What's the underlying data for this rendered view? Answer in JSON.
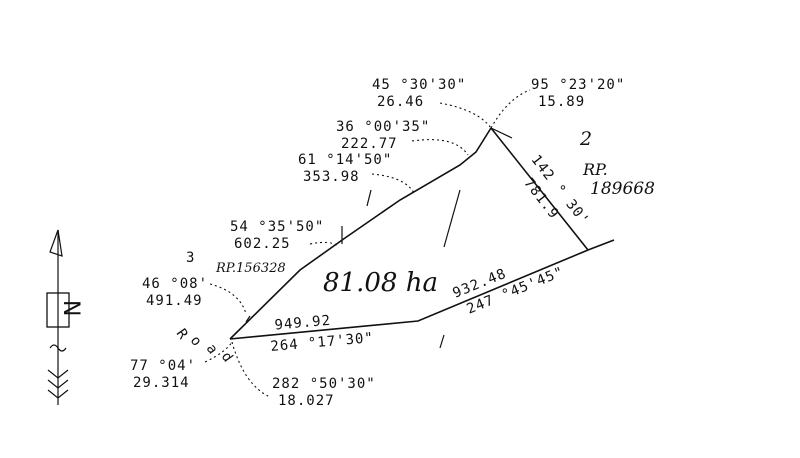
{
  "parcel": {
    "area": "81.08 ha"
  },
  "parcels": {
    "north_west": "3",
    "east": "2"
  },
  "plans": {
    "east": [
      "RP.",
      "189668"
    ],
    "west": "RP.156328"
  },
  "road": {
    "letters": [
      "R",
      "o",
      "a",
      "d"
    ]
  },
  "bearings": [
    {
      "id": "b1",
      "angle": "45 °30'30\"",
      "dist": "26.46"
    },
    {
      "id": "b2",
      "angle": "95 °23'20\"",
      "dist": "15.89"
    },
    {
      "id": "b3",
      "angle": "36 °00'35\"",
      "dist": "222.77"
    },
    {
      "id": "b4",
      "angle": "61 °14'50\"",
      "dist": "353.98"
    },
    {
      "id": "b5",
      "angle": "54 °35'50\"",
      "dist": "602.25"
    },
    {
      "id": "b6",
      "angle": "46 °08'",
      "dist": "491.49"
    },
    {
      "id": "b7",
      "angle": "77 °04'",
      "dist": "29.314"
    },
    {
      "id": "b8",
      "angle": "282 °50'30\"",
      "dist": "18.027"
    }
  ],
  "east_side": {
    "angle": "142 ° 30'",
    "dist": "781.9"
  },
  "south_side_west": {
    "dist": "949.92",
    "angle": "264 °17'30\""
  },
  "south_side_east": {
    "dist": "932.48",
    "angle": "247 °45'45\""
  },
  "north_arrow": {
    "letter": "N"
  }
}
